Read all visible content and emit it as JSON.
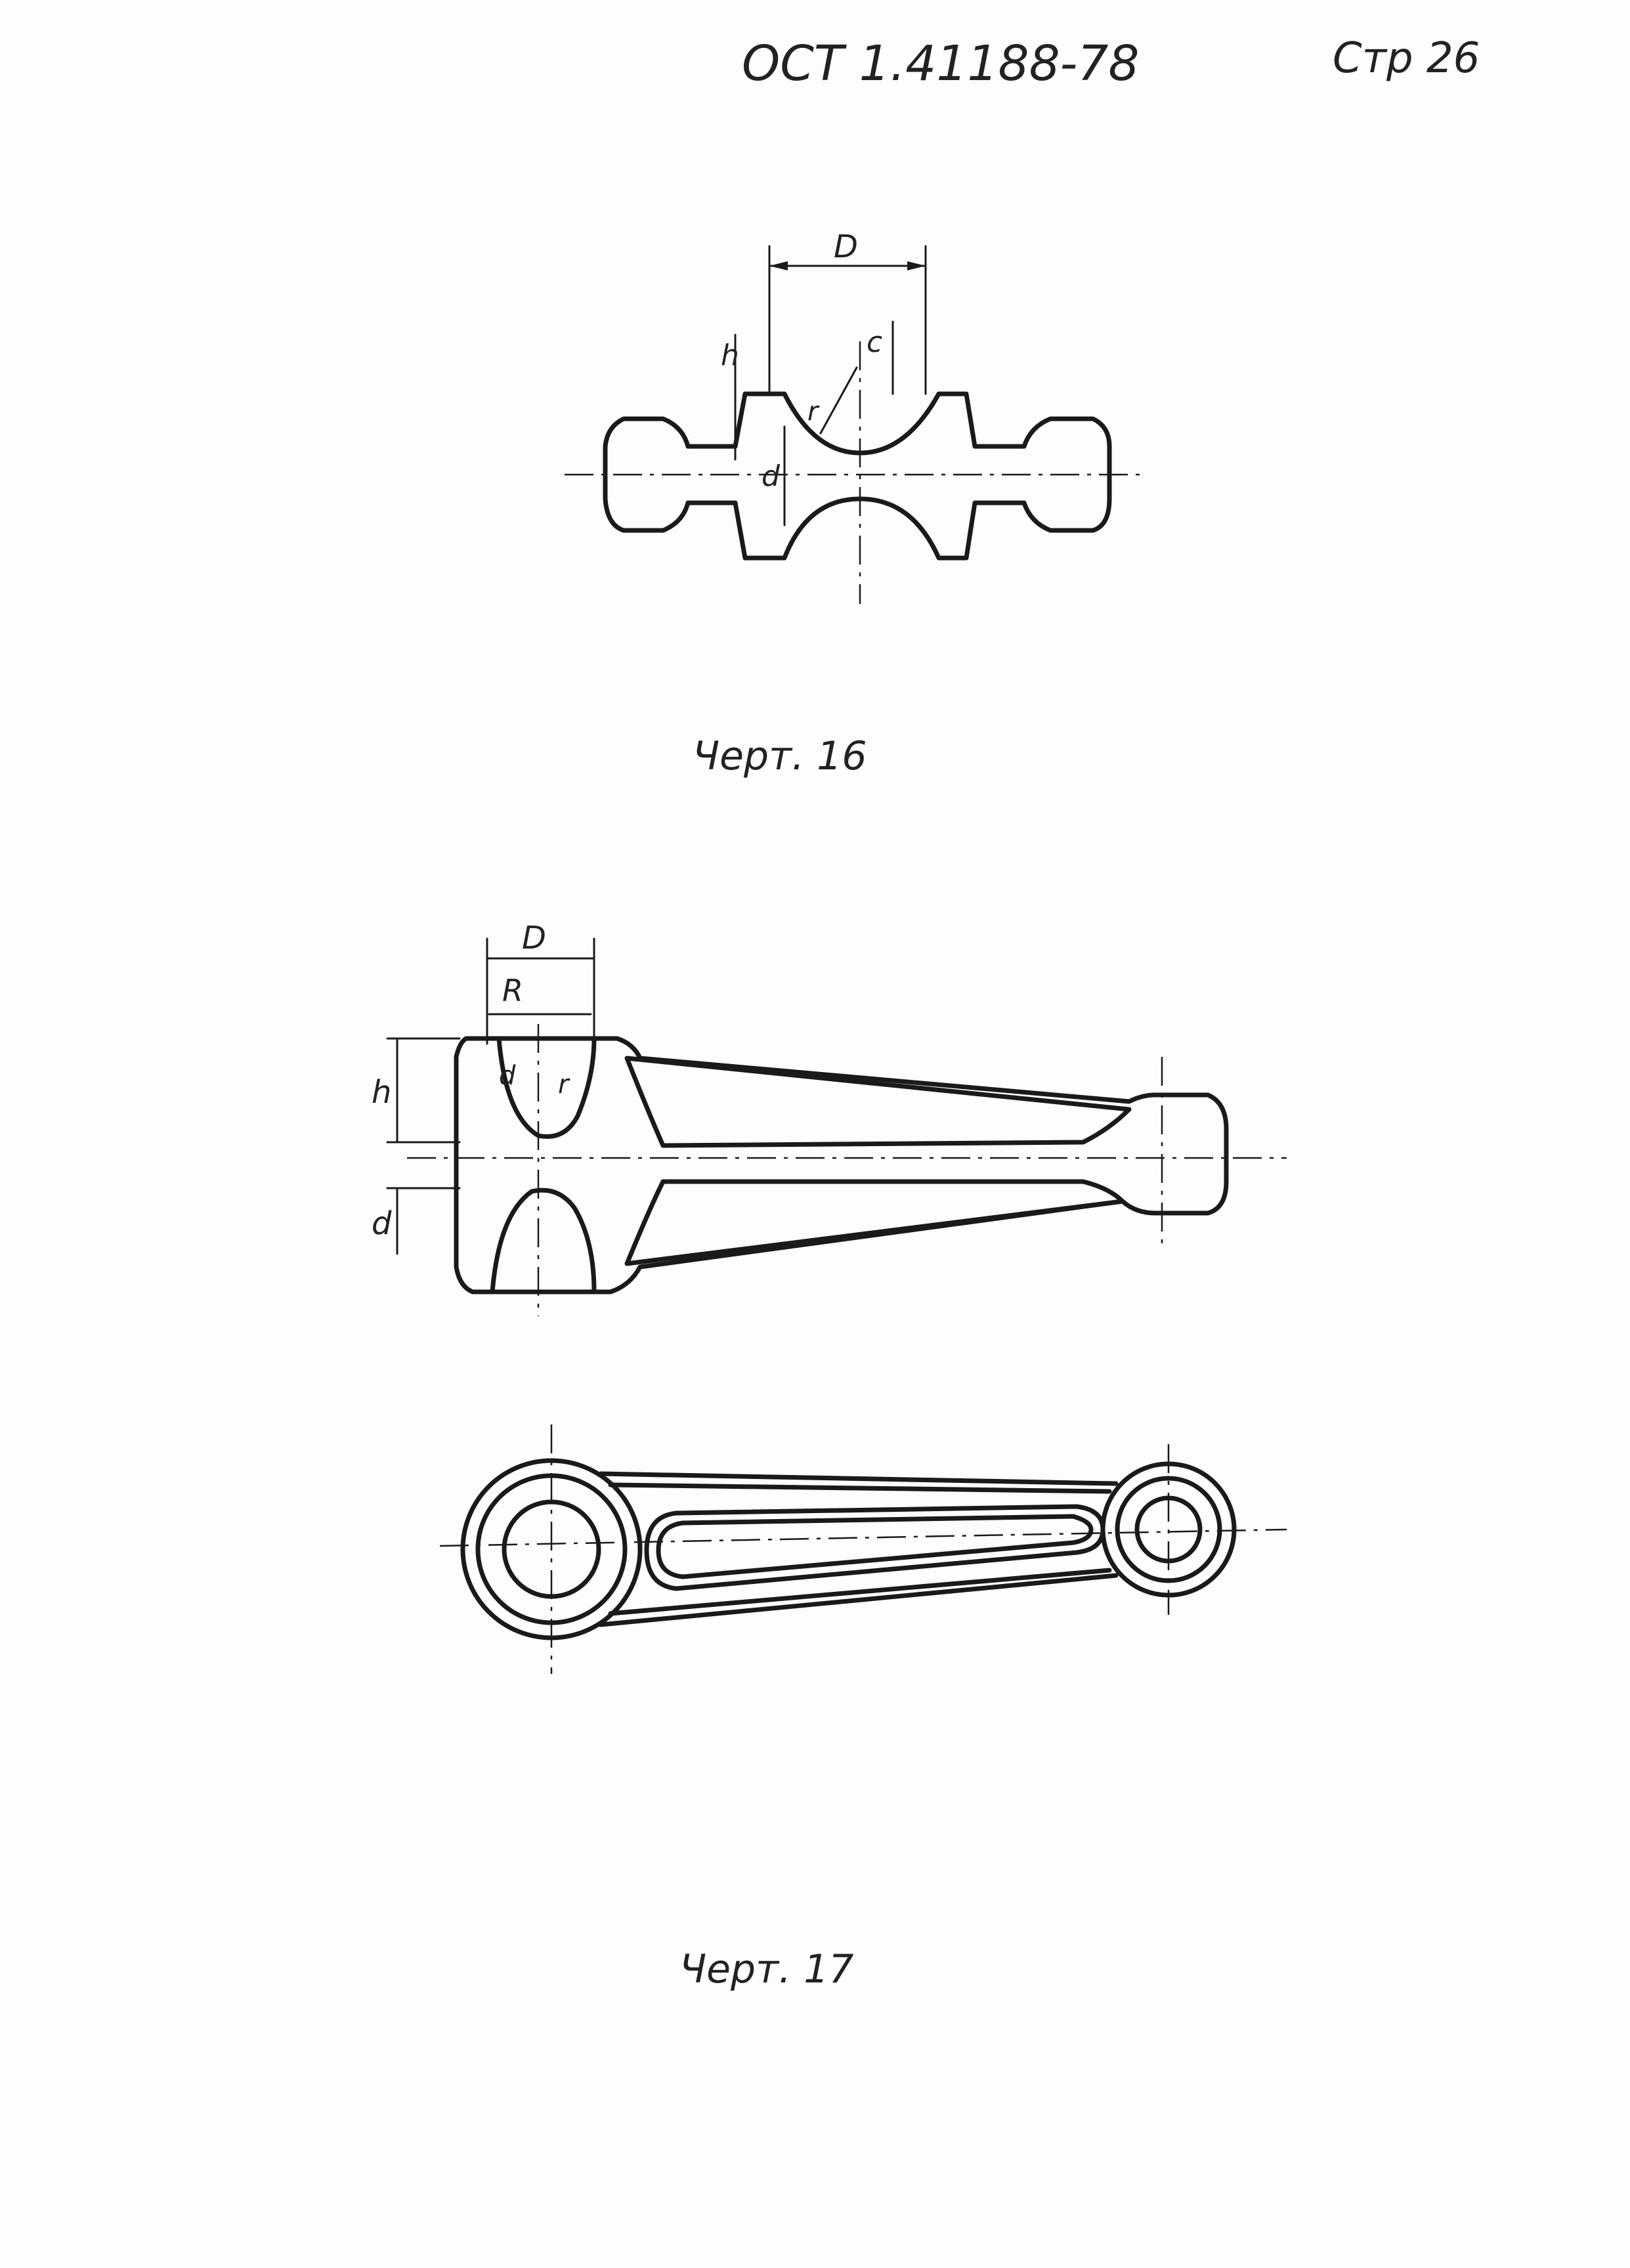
{
  "header": {
    "doc_number": "ОСТ 1.41188-78",
    "page": "Стр 26"
  },
  "figure16": {
    "caption": "Черт. 16",
    "dims": {
      "D": "D",
      "h": "h",
      "c": "c",
      "r": "r",
      "d": "d"
    }
  },
  "figure17": {
    "caption": "Черт. 17",
    "dims": {
      "D": "D",
      "R": "R",
      "h": "h",
      "d_upper": "d",
      "r": "r",
      "d_lower": "d"
    }
  }
}
